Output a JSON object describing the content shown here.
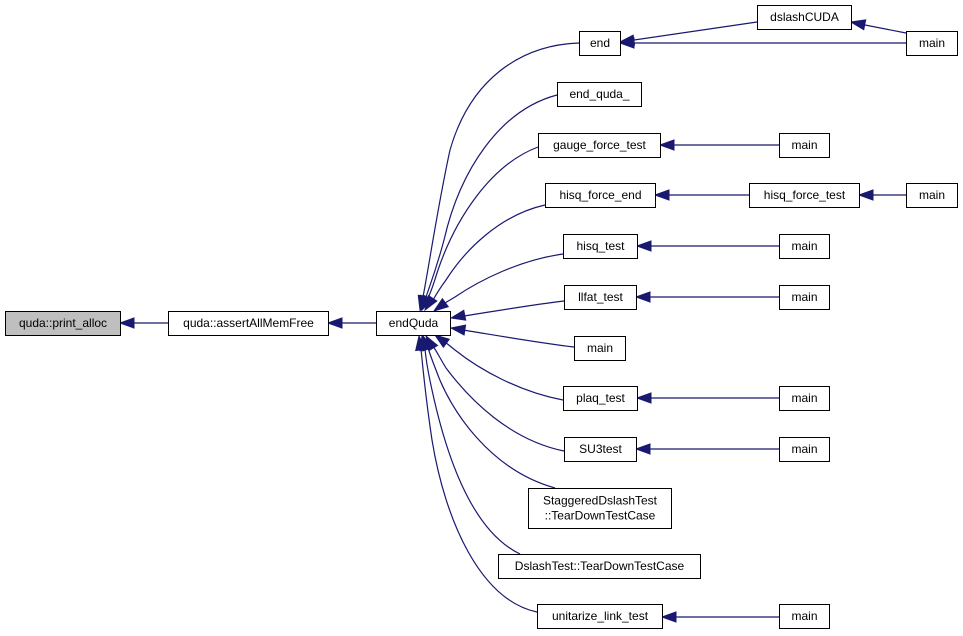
{
  "graph": {
    "nodes": [
      {
        "id": "print_alloc",
        "lines": [
          "quda::print_alloc"
        ],
        "highlight": true
      },
      {
        "id": "assertAllMemFree",
        "lines": [
          "quda::assertAllMemFree"
        ]
      },
      {
        "id": "endQuda",
        "lines": [
          "endQuda"
        ]
      },
      {
        "id": "end",
        "lines": [
          "end"
        ]
      },
      {
        "id": "dslashCUDA",
        "lines": [
          "dslashCUDA"
        ]
      },
      {
        "id": "main_end",
        "lines": [
          "main"
        ]
      },
      {
        "id": "end_quda_",
        "lines": [
          "end_quda_"
        ]
      },
      {
        "id": "gauge_force_test",
        "lines": [
          "gauge_force_test"
        ]
      },
      {
        "id": "main_gauge",
        "lines": [
          "main"
        ]
      },
      {
        "id": "hisq_force_end",
        "lines": [
          "hisq_force_end"
        ]
      },
      {
        "id": "hisq_force_test",
        "lines": [
          "hisq_force_test"
        ]
      },
      {
        "id": "main_hisq_force",
        "lines": [
          "main"
        ]
      },
      {
        "id": "hisq_test",
        "lines": [
          "hisq_test"
        ]
      },
      {
        "id": "main_hisq",
        "lines": [
          "main"
        ]
      },
      {
        "id": "llfat_test",
        "lines": [
          "llfat_test"
        ]
      },
      {
        "id": "main_llfat",
        "lines": [
          "main"
        ]
      },
      {
        "id": "main_direct",
        "lines": [
          "main"
        ]
      },
      {
        "id": "plaq_test",
        "lines": [
          "plaq_test"
        ]
      },
      {
        "id": "main_plaq",
        "lines": [
          "main"
        ]
      },
      {
        "id": "SU3test",
        "lines": [
          "SU3test"
        ]
      },
      {
        "id": "main_su3",
        "lines": [
          "main"
        ]
      },
      {
        "id": "StaggeredDslashTest",
        "lines": [
          "StaggeredDslashTest",
          "::TearDownTestCase"
        ]
      },
      {
        "id": "DslashTest",
        "lines": [
          "DslashTest::TearDownTestCase"
        ]
      },
      {
        "id": "unitarize_link_test",
        "lines": [
          "unitarize_link_test"
        ]
      },
      {
        "id": "main_unitarize",
        "lines": [
          "main"
        ]
      }
    ],
    "edges": [
      {
        "from": "assertAllMemFree",
        "to": "print_alloc"
      },
      {
        "from": "endQuda",
        "to": "assertAllMemFree"
      },
      {
        "from": "end",
        "to": "endQuda"
      },
      {
        "from": "end_quda_",
        "to": "endQuda"
      },
      {
        "from": "gauge_force_test",
        "to": "endQuda"
      },
      {
        "from": "hisq_force_end",
        "to": "endQuda"
      },
      {
        "from": "hisq_test",
        "to": "endQuda"
      },
      {
        "from": "llfat_test",
        "to": "endQuda"
      },
      {
        "from": "main_direct",
        "to": "endQuda"
      },
      {
        "from": "plaq_test",
        "to": "endQuda"
      },
      {
        "from": "SU3test",
        "to": "endQuda"
      },
      {
        "from": "StaggeredDslashTest",
        "to": "endQuda"
      },
      {
        "from": "DslashTest",
        "to": "endQuda"
      },
      {
        "from": "unitarize_link_test",
        "to": "endQuda"
      },
      {
        "from": "dslashCUDA",
        "to": "end"
      },
      {
        "from": "main_end",
        "to": "end"
      },
      {
        "from": "main_end",
        "to": "dslashCUDA"
      },
      {
        "from": "main_gauge",
        "to": "gauge_force_test"
      },
      {
        "from": "hisq_force_test",
        "to": "hisq_force_end"
      },
      {
        "from": "main_hisq_force",
        "to": "hisq_force_test"
      },
      {
        "from": "main_hisq",
        "to": "hisq_test"
      },
      {
        "from": "main_llfat",
        "to": "llfat_test"
      },
      {
        "from": "main_plaq",
        "to": "plaq_test"
      },
      {
        "from": "main_su3",
        "to": "SU3test"
      },
      {
        "from": "main_unitarize",
        "to": "unitarize_link_test"
      }
    ]
  }
}
